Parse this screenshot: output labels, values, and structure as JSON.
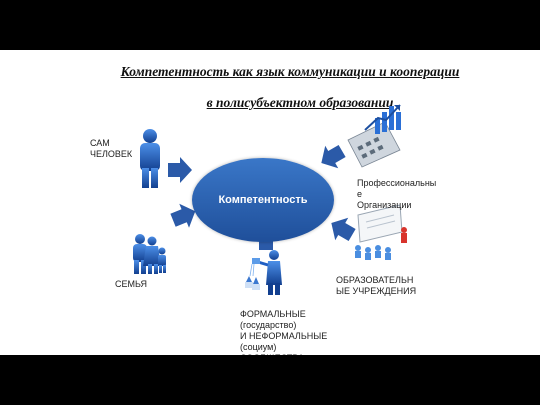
{
  "title_line1": "Компетентность как язык коммуникации и кооперации",
  "title_line2": "в полисубъектном образовании",
  "center": "Компетентность",
  "labels": {
    "self": "САМ\nЧЕЛОВЕК",
    "family": "СЕМЬЯ",
    "professional": "Профессиональны\nе\nОрганизации",
    "education": "ОБРАЗОВАТЕЛЬН\nЫЕ УЧРЕЖДЕНИЯ",
    "formal": "ФОРМАЛЬНЫЕ\n(государство)\nИ НЕФОРМАЛЬНЫЕ\n(социум)\nСООБЩЕСТВА"
  },
  "colors": {
    "arrow": "#2b5aa8",
    "ellipse": "#2a62b4",
    "figure": "#1f5fc4"
  },
  "icons": [
    "person-icon",
    "family-icon",
    "business-chart-icon",
    "presentation-icon",
    "watering-person-icon"
  ]
}
